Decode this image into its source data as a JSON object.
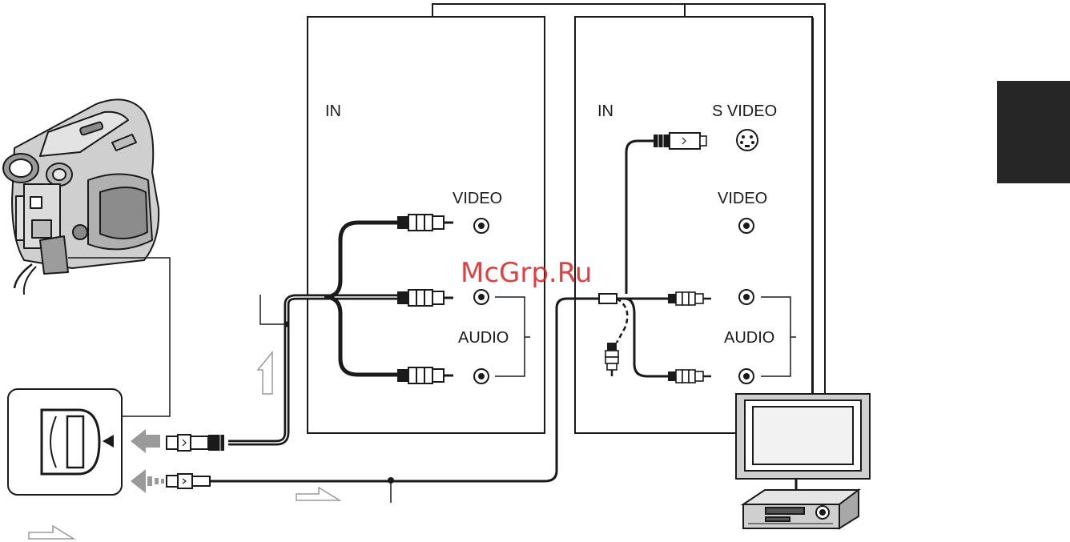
{
  "panel_left": {
    "input_label": "IN",
    "video_label": "VIDEO",
    "audio_label": "AUDIO"
  },
  "panel_right": {
    "input_label": "IN",
    "svideo_label": "S VIDEO",
    "video_label": "VIDEO",
    "audio_label": "AUDIO"
  },
  "watermark": "McGrp.Ru",
  "icons": {
    "camcorder": "camcorder-icon",
    "jack": "av-jack-icon",
    "tv": "tv-icon",
    "vcr": "vcr-icon",
    "tab": "section-tab-icon"
  },
  "colors": {
    "line": "#1a1a1a",
    "gray_arrow": "#9a9a9a",
    "tab": "#262626",
    "watermark": "#d72020"
  }
}
